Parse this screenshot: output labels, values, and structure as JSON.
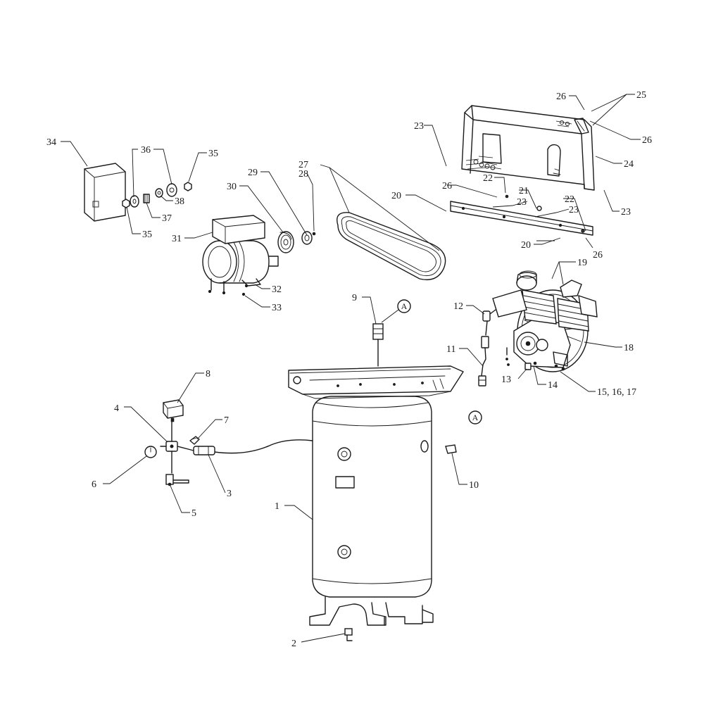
{
  "diagram": {
    "callouts": {
      "c1": "1",
      "c2": "2",
      "c3": "3",
      "c4": "4",
      "c5": "5",
      "c6": "6",
      "c7": "7",
      "c8": "8",
      "c9": "9",
      "c10": "10",
      "c11": "11",
      "c12": "12",
      "c13": "13",
      "c14": "14",
      "c15": "15, 16, 17",
      "c18": "18",
      "c19": "19",
      "c20a": "20",
      "c20b": "20",
      "c21": "21",
      "c22a": "22",
      "c22b": "22",
      "c23a": "23",
      "c23b": "23",
      "c23c": "23",
      "c23d": "23",
      "c24": "24",
      "c25": "25",
      "c26a": "26",
      "c26b": "26",
      "c26c": "26",
      "c26d": "26",
      "c27": "27",
      "c28": "28",
      "c29": "29",
      "c30": "30",
      "c31": "31",
      "c32": "32",
      "c33": "33",
      "c34": "34",
      "c35a": "35",
      "c35b": "35",
      "c36": "36",
      "c37": "37",
      "c38": "38"
    },
    "connector_labels": {
      "top": "A",
      "bottom": "A"
    }
  }
}
